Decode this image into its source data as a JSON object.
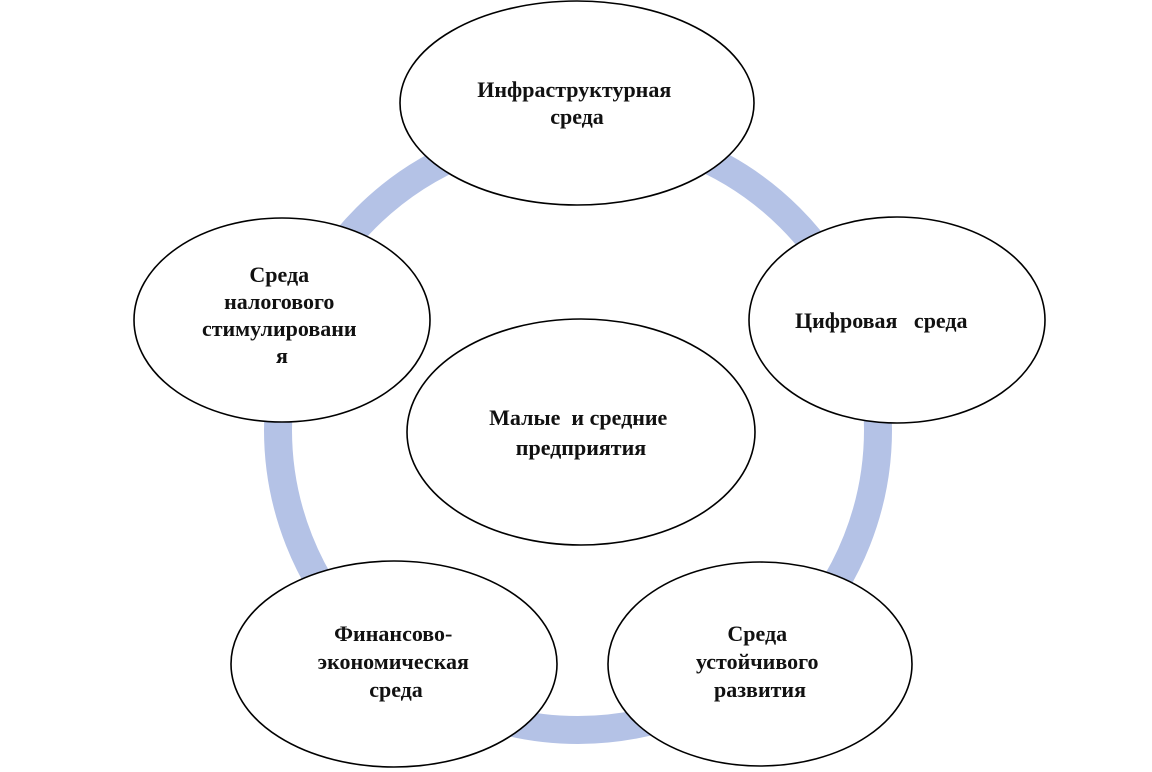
{
  "diagram": {
    "ring_color": "#b4c2e6",
    "center": {
      "lines": [
        "Малые  и средние",
        "предприятия"
      ]
    },
    "nodes": [
      {
        "id": "infrastructure",
        "lines": [
          "Инфраструктурная",
          "среда"
        ]
      },
      {
        "id": "digital",
        "lines": [
          "Цифровая   среда"
        ]
      },
      {
        "id": "sustainable",
        "lines": [
          "Среда",
          "устойчивого",
          "развития"
        ]
      },
      {
        "id": "financial",
        "lines": [
          "Финансово-",
          "экономическая",
          "среда"
        ]
      },
      {
        "id": "tax",
        "lines": [
          "Среда",
          "налогового",
          "стимулировани",
          "я"
        ]
      }
    ]
  }
}
